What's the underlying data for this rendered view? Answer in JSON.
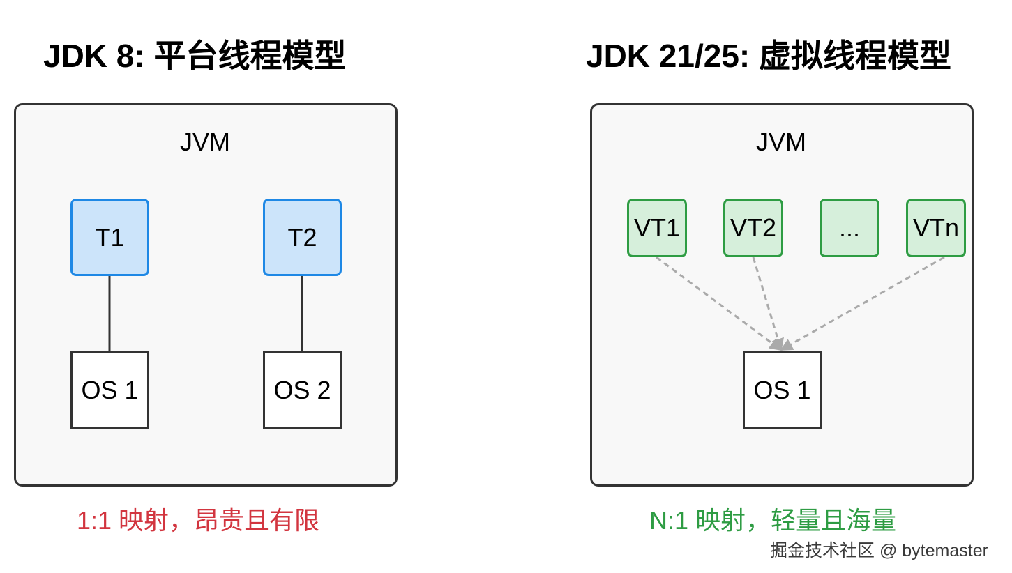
{
  "left": {
    "title": "JDK 8: 平台线程模型",
    "jvm_label": "JVM",
    "threads": [
      "T1",
      "T2"
    ],
    "os_threads": [
      "OS 1",
      "OS 2"
    ],
    "caption": "1:1 映射，昂贵且有限"
  },
  "right": {
    "title": "JDK 21/25: 虚拟线程模型",
    "jvm_label": "JVM",
    "threads": [
      "VT1",
      "VT2",
      "...",
      "VTn"
    ],
    "os_threads": [
      "OS 1"
    ],
    "caption": "N:1 映射，轻量且海量"
  },
  "watermark": "掘金技术社区 @ bytemaster",
  "colors": {
    "platform_thread_border": "#1e88e5",
    "platform_thread_fill": "#cce4fa",
    "virtual_thread_border": "#2e9c43",
    "virtual_thread_fill": "#d6efdb",
    "caption_left": "#d2353f",
    "caption_right": "#2e9c43",
    "dashed_connector": "#aaaaaa"
  }
}
